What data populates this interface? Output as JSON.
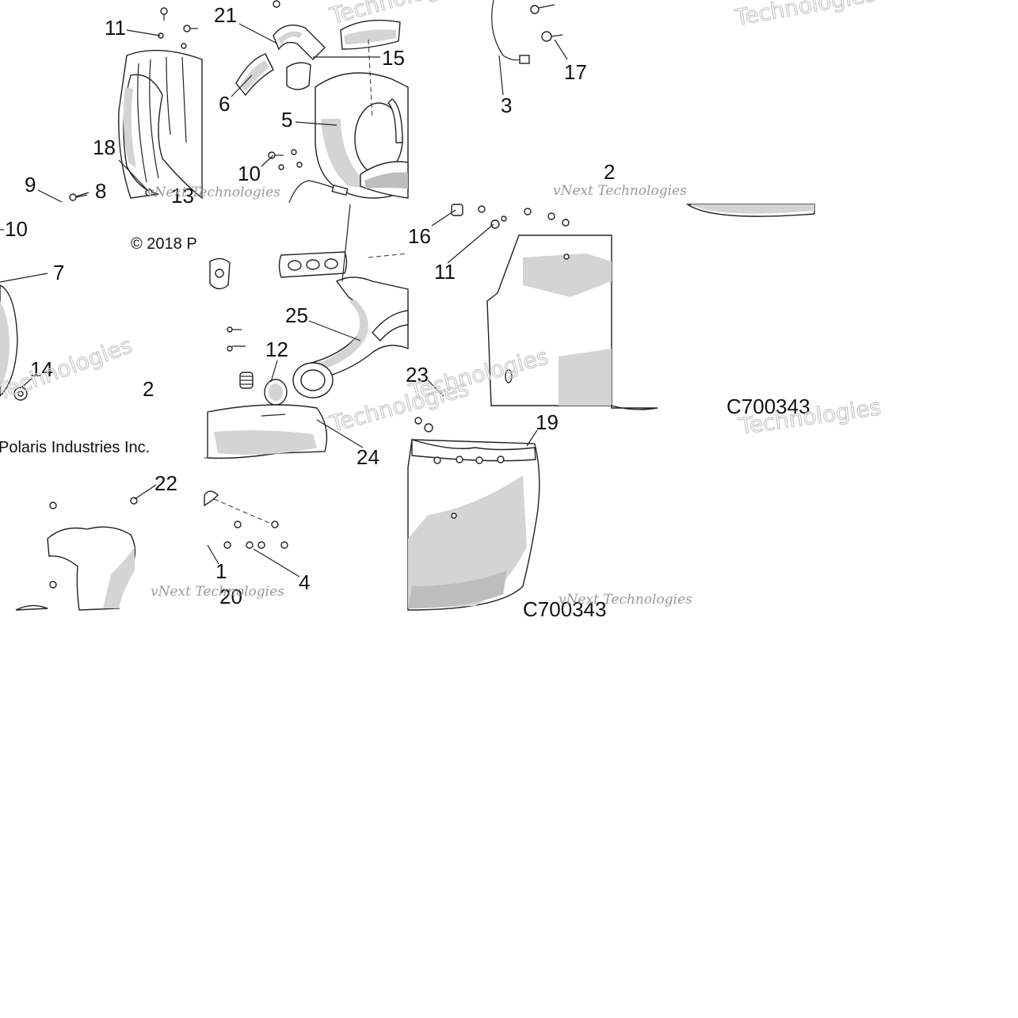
{
  "callouts": {
    "c1": "1",
    "c2a": "2",
    "c2b": "2",
    "c3": "3",
    "c4": "4",
    "c5": "5",
    "c6": "6",
    "c7": "7",
    "c8": "8",
    "c9": "9",
    "c10a": "10",
    "c10b": "10",
    "c11a": "11",
    "c11b": "11",
    "c12": "12",
    "c13": "13",
    "c14": "14",
    "c15": "15",
    "c16": "16",
    "c17": "17",
    "c18": "18",
    "c19": "19",
    "c20": "20",
    "c21": "21",
    "c22": "22",
    "c23": "23",
    "c24": "24",
    "c25": "25"
  },
  "copyright": {
    "part1": "© 2018 P",
    "part2": "Polaris Industries Inc."
  },
  "drawing_code": "C700343",
  "watermark": {
    "brand": "vNext Technologies",
    "brand_fragment": "Technologies"
  }
}
